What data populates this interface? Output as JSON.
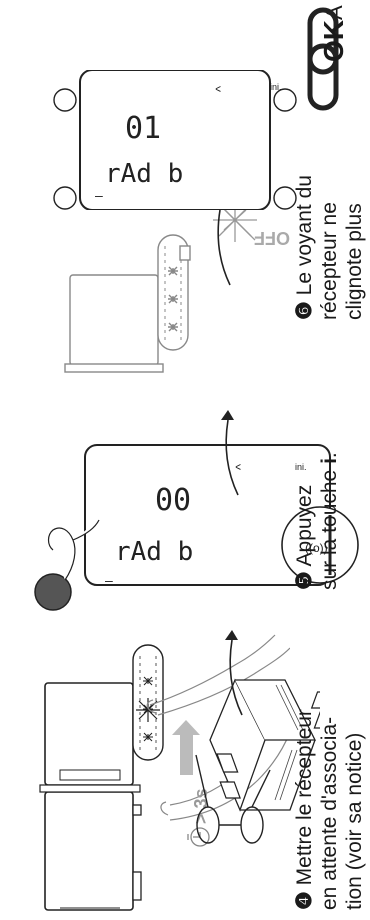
{
  "page_letter": "A",
  "step4": {
    "number": "❹",
    "lines": [
      "Mettre le récepteur",
      "en attente d'associa-",
      "tion (voir sa notice)"
    ],
    "timer_label": "> 3s"
  },
  "step5": {
    "number": "❺",
    "line1": "Appuyez",
    "line2_prefix": "sur la touche ",
    "key": "i",
    "line2_suffix": "."
  },
  "step6": {
    "number": "❻",
    "lines": [
      "Le voyant du",
      "récepteur ne",
      "clignote plus"
    ],
    "off_label": "OFF"
  },
  "display1": {
    "label": "rAd b",
    "value": "00",
    "ini": "ini.",
    "minus": "–"
  },
  "display2": {
    "label": "rAd b",
    "value": "01",
    "ini": "ini.",
    "minus": "–"
  },
  "ok_label": "OK"
}
